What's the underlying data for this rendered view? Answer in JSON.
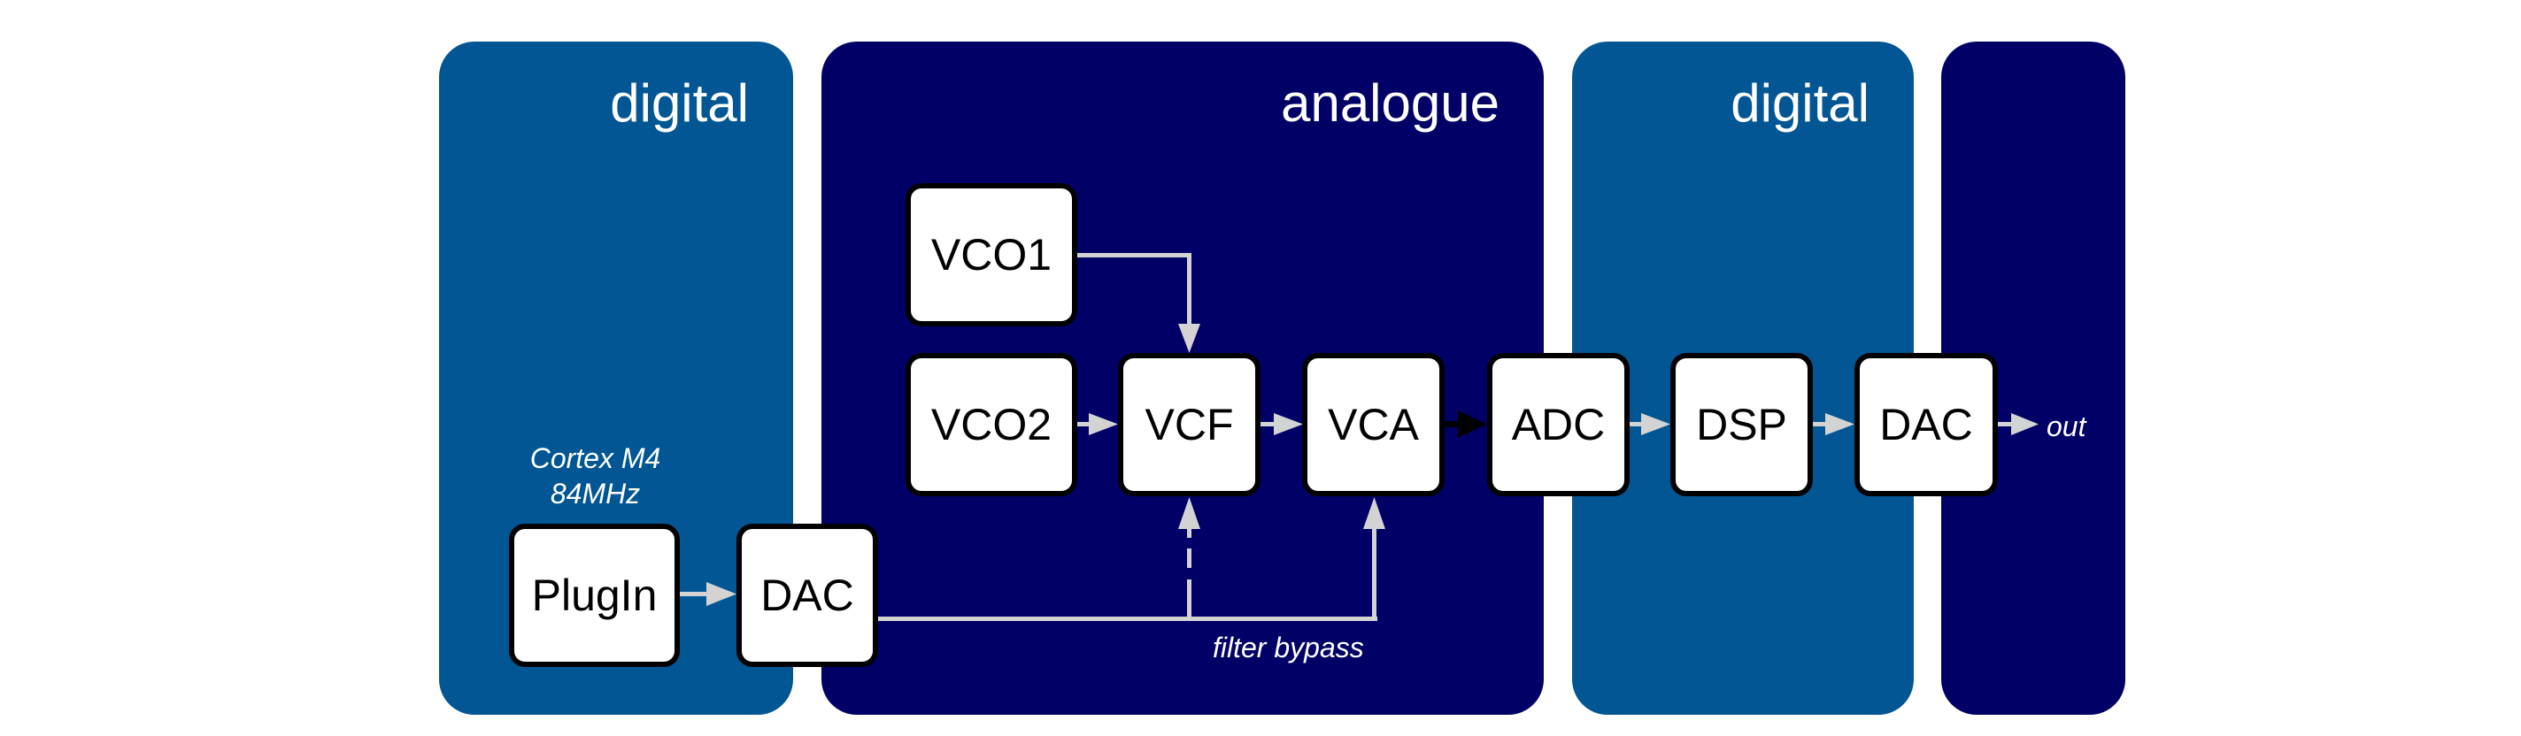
{
  "colors": {
    "digital_panel": "#025694",
    "analogue_panel": "#000066",
    "block_fill": "#ffffff",
    "block_border": "#000000",
    "wire": "#d3d3d3",
    "wire_emphasis": "#000000",
    "label_text": "#ffffff"
  },
  "panels": [
    {
      "id": "digital-1",
      "kind": "digital",
      "title": "digital"
    },
    {
      "id": "analogue-1",
      "kind": "analogue",
      "title": "analogue"
    },
    {
      "id": "digital-2",
      "kind": "digital",
      "title": "digital"
    },
    {
      "id": "analogue-2",
      "kind": "analogue",
      "title": ""
    }
  ],
  "blocks": {
    "plugin": "PlugIn",
    "dac_in": "DAC",
    "vco1": "VCO1",
    "vco2": "VCO2",
    "vcf": "VCF",
    "vca": "VCA",
    "adc": "ADC",
    "dsp": "DSP",
    "dac_out": "DAC"
  },
  "notes": {
    "cpu_line1": "Cortex M4",
    "cpu_line2": "84MHz",
    "filter_bypass": "filter bypass",
    "output": "out"
  },
  "connections": [
    {
      "from": "PlugIn",
      "to": "DAC",
      "style": "solid"
    },
    {
      "from": "DAC",
      "to": "VCF",
      "style": "dashed"
    },
    {
      "from": "DAC",
      "to": "VCA",
      "style": "solid",
      "label": "filter bypass"
    },
    {
      "from": "VCO1",
      "to": "VCF",
      "style": "solid"
    },
    {
      "from": "VCO2",
      "to": "VCF",
      "style": "solid"
    },
    {
      "from": "VCF",
      "to": "VCA",
      "style": "solid"
    },
    {
      "from": "VCA",
      "to": "ADC",
      "style": "solid",
      "emphasis": true
    },
    {
      "from": "ADC",
      "to": "DSP",
      "style": "solid"
    },
    {
      "from": "DSP",
      "to": "DAC",
      "style": "solid"
    },
    {
      "from": "DAC",
      "to": "out",
      "style": "solid"
    }
  ]
}
